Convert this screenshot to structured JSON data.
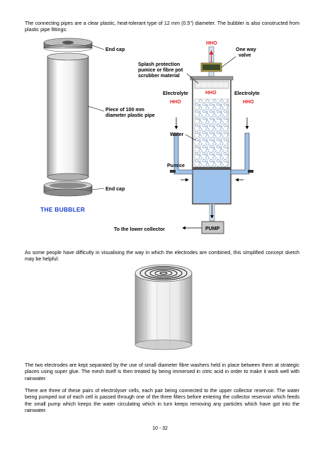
{
  "paragraphs": {
    "intro": "The connecting pipes are a clear plastic, heat-tolerant type of 12 mm (0.5\") diameter.  The bubbler is also constructed from plastic pipe fittings:",
    "electrodes_intro": "As some people have difficulty in visualising the way in which the electrodes are combined, this simplified concept sketch may be helpful:",
    "separation": "The two electrodes are kept separated by the use of small diameter fibre washers held in place between them at strategic places using super glue.  The mesh itself is then treated by being immersed in citric acid in order to make it work well with rainwater.",
    "cells": "There are three of these pairs of electrolyser cells, each pair being connected to the upper collector reservoir. The water being pumped out of each cell is passed through one of the three filters before entering the collector reservoir which feeds the small pump which keeps the water circulating which in turn keeps removing any particles which have got into the rainwater."
  },
  "bubbler_figure": {
    "caption": "THE BUBBLER",
    "labels": {
      "end_cap_top": "End cap",
      "end_cap_bottom": "End cap",
      "pipe_line1": "Piece of 100 mm",
      "pipe_line2": "diameter plastic pipe",
      "splash_line1": "Splash protection",
      "splash_line2": "pumice or fibre pot",
      "splash_line3": "scrubber material",
      "hho_top": "HHO",
      "valve_line1": "One way",
      "valve_line2": "valve",
      "electrolyte_left": "Electrolyte",
      "electrolyte_right": "Electrolyte",
      "hho_left": "HHO",
      "hho_center": "HHO",
      "hho_right": "HHO",
      "water": "Water",
      "pumice": "Pumice",
      "pump": "PUMP",
      "lower_collector": "To the lower collector"
    },
    "colors": {
      "hho_red": "#e02020",
      "water_blue": "#9ec3ec",
      "pump_gray": "#c8c8c8"
    }
  },
  "page_number": "10 - 32"
}
